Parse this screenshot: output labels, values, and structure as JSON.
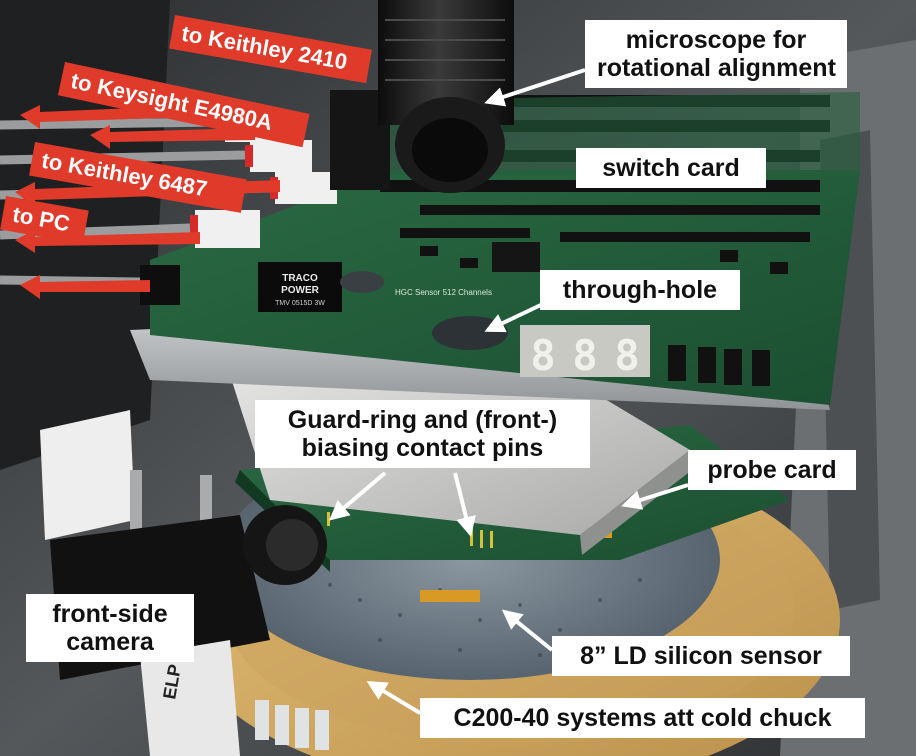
{
  "labels": {
    "microscope": [
      "microscope for",
      "rotational alignment"
    ],
    "switch_card": "switch card",
    "through_hole": "through-hole",
    "guard_ring": [
      "Guard-ring and (front-)",
      "biasing contact pins"
    ],
    "probe_card": "probe card",
    "front_camera": [
      "front-side",
      "camera"
    ],
    "sensor": "8” LD silicon sensor",
    "chuck": "C200-40 systems att cold chuck"
  },
  "cable_labels": {
    "keithley_2410": "to Keithley 2410",
    "keysight": "to Keysight E4980A",
    "keithley_6487": "to Keithley 6487",
    "pc": "to PC"
  },
  "board_text": {
    "traco": [
      "TRACO",
      "POWER",
      "TMV 0515D 3W"
    ],
    "board_title": "HGC Sensor 512 Channels",
    "display_digits": [
      "8",
      "8",
      "8"
    ],
    "camera_brand": "ELP"
  },
  "colors": {
    "pcb_green": "#1f5a36",
    "chuck_gold": "#d9b36a",
    "arrow_red": "#e03a2a",
    "label_bg": "#ffffff"
  }
}
